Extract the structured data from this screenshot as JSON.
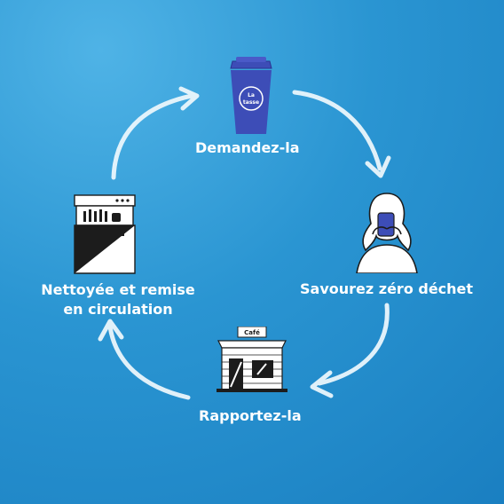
{
  "cycle": {
    "steps": [
      {
        "label": "Demandez-la",
        "icon": "coffee-cup-icon"
      },
      {
        "label": "Savourez zéro déchet",
        "icon": "woman-drinking-icon"
      },
      {
        "label": "Rapportez-la",
        "icon": "cafe-storefront-icon"
      },
      {
        "lines": [
          "Nettoyée et remise",
          "en circulation"
        ],
        "icon": "dishwasher-icon"
      }
    ],
    "cup_text": [
      "La",
      "tasse"
    ],
    "cafe_sign": "Café"
  },
  "colors": {
    "background": "#2a95d2",
    "text": "#ffffff",
    "cup": "#3d4db7",
    "arrow": "#eaf6fc"
  }
}
